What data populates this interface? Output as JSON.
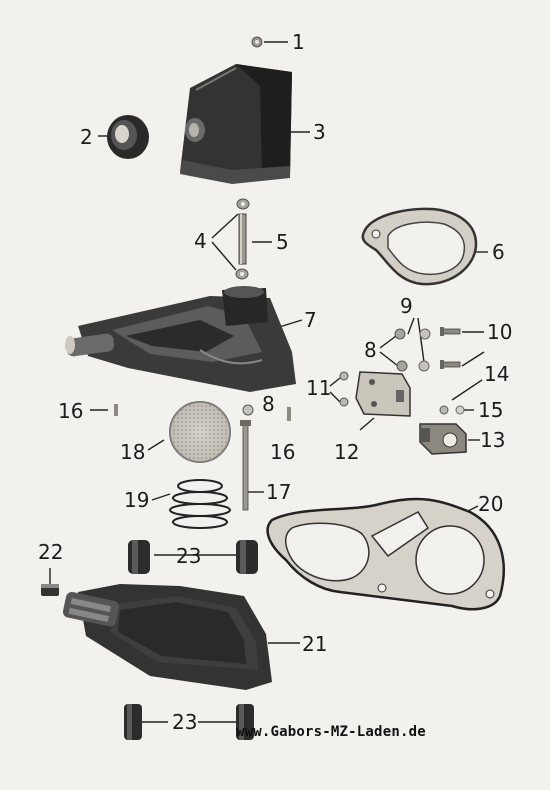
{
  "diagram": {
    "watermark": "www.Gabors-MZ-Laden.de",
    "callouts": {
      "c1": "1",
      "c2": "2",
      "c3": "3",
      "c4": "4",
      "c5": "5",
      "c6": "6",
      "c7": "7",
      "c8a": "8",
      "c8b": "8",
      "c9": "9",
      "c10": "10",
      "c11": "11",
      "c12": "12",
      "c13": "13",
      "c14": "14",
      "c15": "15",
      "c16a": "16",
      "c16b": "16",
      "c17": "17",
      "c18": "18",
      "c19": "19",
      "c20": "20",
      "c21": "21",
      "c22": "22",
      "c23a": "23",
      "c23b": "23"
    }
  }
}
